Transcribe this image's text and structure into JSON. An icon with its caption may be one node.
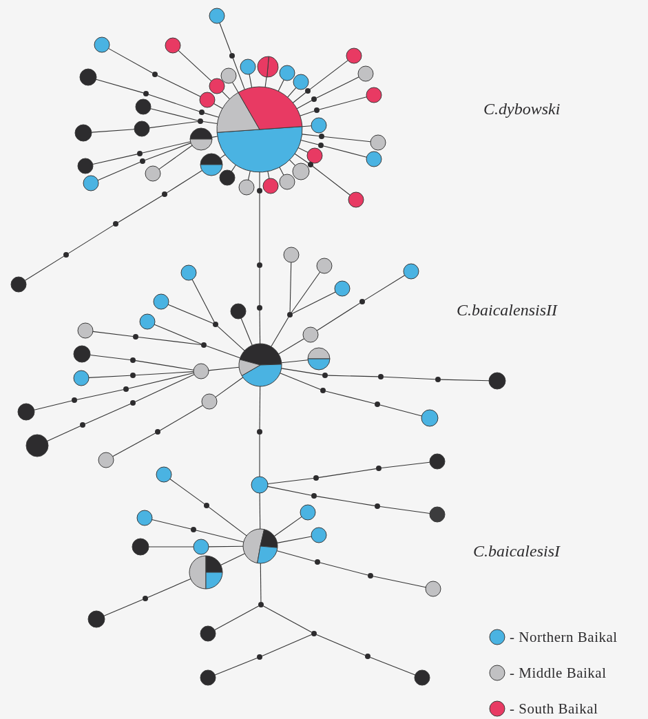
{
  "diagram": {
    "nodes": [
      {
        "text": [],
        "shape": "pie"
      },
      {
        "text": [],
        "shape": "circle"
      },
      {
        "text": [],
        "shape": "dot"
      },
      {
        "text": [],
        "shape": "circle"
      },
      {
        "text": [],
        "shape": "dot"
      },
      {
        "text": [],
        "shape": "circle"
      },
      {
        "text": [],
        "shape": "circle"
      },
      {
        "text": [],
        "shape": "circle"
      },
      {
        "text": [],
        "shape": "circle"
      },
      {
        "text": [],
        "shape": "dot"
      },
      {
        "text": [],
        "shape": "dot"
      },
      {
        "text": [],
        "shape": "circle"
      },
      {
        "text": [],
        "shape": "dot"
      },
      {
        "text": [],
        "shape": "circle"
      },
      {
        "text": [],
        "shape": "circle"
      },
      {
        "text": [],
        "shape": "pie"
      },
      {
        "text": [],
        "shape": "circle"
      },
      {
        "text": [],
        "shape": "dot"
      },
      {
        "text": [],
        "shape": "circle"
      },
      {
        "text": [],
        "shape": "dot"
      },
      {
        "text": [],
        "shape": "circle"
      },
      {
        "text": [],
        "shape": "pie"
      },
      {
        "text": [],
        "shape": "dot"
      },
      {
        "text": [],
        "shape": "dot"
      },
      {
        "text": [],
        "shape": "dot"
      },
      {
        "text": [],
        "shape": "circle"
      },
      {
        "text": [],
        "shape": "circle"
      },
      {
        "text": [],
        "shape": "circle"
      },
      {
        "text": [],
        "shape": "circle"
      },
      {
        "text": [],
        "shape": "circle"
      },
      {
        "text": [],
        "shape": "circle"
      },
      {
        "text": [],
        "shape": "circle"
      },
      {
        "text": [],
        "shape": "circle"
      },
      {
        "text": [],
        "shape": "dot"
      },
      {
        "text": [],
        "shape": "circle"
      },
      {
        "text": [],
        "shape": "dot"
      },
      {
        "text": [],
        "shape": "circle"
      },
      {
        "text": [],
        "shape": "dot"
      },
      {
        "text": [],
        "shape": "circle"
      },
      {
        "text": [],
        "shape": "circle"
      },
      {
        "text": [],
        "shape": "dot"
      },
      {
        "text": [],
        "shape": "circle"
      },
      {
        "text": [],
        "shape": "dot"
      },
      {
        "text": [],
        "shape": "circle"
      },
      {
        "text": [],
        "shape": "dot"
      },
      {
        "text": [],
        "shape": "circle"
      },
      {
        "text": [],
        "shape": "circle"
      },
      {
        "text": [],
        "shape": "pie"
      },
      {
        "text": [],
        "shape": "circle"
      },
      {
        "text": [],
        "shape": "circle"
      },
      {
        "text": [],
        "shape": "dot"
      },
      {
        "text": [],
        "shape": "dot"
      },
      {
        "text": [],
        "shape": "dot"
      },
      {
        "text": [],
        "shape": "pie"
      },
      {
        "text": [],
        "shape": "circle"
      },
      {
        "text": [],
        "shape": "circle"
      },
      {
        "text": [],
        "shape": "dot"
      },
      {
        "text": [],
        "shape": "circle"
      },
      {
        "text": [],
        "shape": "circle"
      },
      {
        "text": [],
        "shape": "dot"
      },
      {
        "text": [],
        "shape": "circle"
      },
      {
        "text": [],
        "shape": "dot"
      },
      {
        "text": [],
        "shape": "circle"
      },
      {
        "text": [],
        "shape": "circle"
      },
      {
        "text": [],
        "shape": "dot"
      },
      {
        "text": [],
        "shape": "circle"
      },
      {
        "text": [],
        "shape": "dot"
      },
      {
        "text": [],
        "shape": "circle"
      },
      {
        "text": [],
        "shape": "dot"
      },
      {
        "text": [],
        "shape": "dot"
      },
      {
        "text": [],
        "shape": "circle"
      },
      {
        "text": [],
        "shape": "dot"
      },
      {
        "text": [],
        "shape": "dot"
      },
      {
        "text": [],
        "shape": "circle"
      },
      {
        "text": [],
        "shape": "dot"
      },
      {
        "text": [],
        "shape": "circle"
      },
      {
        "text": [],
        "shape": "dot"
      },
      {
        "text": [],
        "shape": "circle"
      },
      {
        "text": [],
        "shape": "circle"
      },
      {
        "text": [],
        "shape": "circle"
      },
      {
        "text": [],
        "shape": "circle"
      },
      {
        "text": [],
        "shape": "dot"
      },
      {
        "text": [],
        "shape": "circle"
      },
      {
        "text": [],
        "shape": "pie"
      },
      {
        "text": [],
        "shape": "dot"
      },
      {
        "text": [],
        "shape": "dot"
      },
      {
        "text": [],
        "shape": "dot"
      },
      {
        "text": [],
        "shape": "circle"
      },
      {
        "text": [],
        "shape": "dot"
      },
      {
        "text": [],
        "shape": "dot"
      },
      {
        "text": [],
        "shape": "circle"
      },
      {
        "text": [],
        "shape": "dot"
      },
      {
        "text": [],
        "shape": "circle"
      },
      {
        "text": [],
        "shape": "dot"
      },
      {
        "text": [],
        "shape": "dot"
      },
      {
        "text": [],
        "shape": "circle"
      },
      {
        "text": [],
        "shape": "dot"
      },
      {
        "text": [],
        "shape": "dot"
      },
      {
        "text": [],
        "shape": "circle"
      },
      {
        "text": [],
        "shape": "pie"
      },
      {
        "text": [],
        "shape": "circle"
      },
      {
        "text": [],
        "shape": "dot"
      },
      {
        "text": [],
        "shape": "circle"
      },
      {
        "text": [],
        "shape": "dot"
      },
      {
        "text": [],
        "shape": "circle"
      },
      {
        "text": [],
        "shape": "circle"
      },
      {
        "text": [],
        "shape": "pie"
      },
      {
        "text": [],
        "shape": "dot"
      },
      {
        "text": [],
        "shape": "circle"
      },
      {
        "text": [],
        "shape": "circle"
      },
      {
        "text": [],
        "shape": "circle"
      },
      {
        "text": [],
        "shape": "dot"
      },
      {
        "text": [],
        "shape": "dot"
      },
      {
        "text": [],
        "shape": "circle"
      },
      {
        "text": [],
        "shape": "dot"
      },
      {
        "text": [],
        "shape": "circle"
      },
      {
        "text": [],
        "shape": "dot"
      },
      {
        "text": [],
        "shape": "dot"
      },
      {
        "text": [],
        "shape": "circle"
      },
      {
        "text": [],
        "shape": "dot"
      },
      {
        "text": [],
        "shape": "circle"
      }
    ],
    "edges": [
      {
        "from": 1,
        "to": 2,
        "arrow": "none"
      },
      {
        "from": 2,
        "to": 0,
        "arrow": "none"
      },
      {
        "from": 3,
        "to": 4,
        "arrow": "none"
      },
      {
        "from": 4,
        "to": 5,
        "arrow": "none"
      },
      {
        "from": 5,
        "to": 0,
        "arrow": "none"
      },
      {
        "from": 6,
        "to": 7,
        "arrow": "none"
      },
      {
        "from": 7,
        "to": 0,
        "arrow": "none"
      },
      {
        "from": 8,
        "to": 9,
        "arrow": "none"
      },
      {
        "from": 9,
        "to": 10,
        "arrow": "none"
      },
      {
        "from": 10,
        "to": 0,
        "arrow": "none"
      },
      {
        "from": 11,
        "to": 12,
        "arrow": "none"
      },
      {
        "from": 13,
        "to": 14,
        "arrow": "none"
      },
      {
        "from": 14,
        "to": 12,
        "arrow": "none"
      },
      {
        "from": 12,
        "to": 0,
        "arrow": "none"
      },
      {
        "from": 15,
        "to": 0,
        "arrow": "none"
      },
      {
        "from": 16,
        "to": 17,
        "arrow": "none"
      },
      {
        "from": 17,
        "to": 15,
        "arrow": "none"
      },
      {
        "from": 18,
        "to": 19,
        "arrow": "none"
      },
      {
        "from": 19,
        "to": 15,
        "arrow": "none"
      },
      {
        "from": 20,
        "to": 15,
        "arrow": "none"
      },
      {
        "from": 21,
        "to": 0,
        "arrow": "none"
      },
      {
        "from": 21,
        "to": 22,
        "arrow": "none"
      },
      {
        "from": 22,
        "to": 23,
        "arrow": "none"
      },
      {
        "from": 23,
        "to": 24,
        "arrow": "none"
      },
      {
        "from": 24,
        "to": 25,
        "arrow": "none"
      },
      {
        "from": 26,
        "to": 0,
        "arrow": "none"
      },
      {
        "from": 27,
        "to": 0,
        "arrow": "none"
      },
      {
        "from": 28,
        "to": 0,
        "arrow": "none"
      },
      {
        "from": 29,
        "to": 0,
        "arrow": "none"
      },
      {
        "from": 30,
        "to": 0,
        "arrow": "none"
      },
      {
        "from": 31,
        "to": 0,
        "arrow": "none"
      },
      {
        "from": 32,
        "to": 33,
        "arrow": "none"
      },
      {
        "from": 33,
        "to": 0,
        "arrow": "none"
      },
      {
        "from": 34,
        "to": 35,
        "arrow": "none"
      },
      {
        "from": 35,
        "to": 0,
        "arrow": "none"
      },
      {
        "from": 36,
        "to": 37,
        "arrow": "none"
      },
      {
        "from": 37,
        "to": 0,
        "arrow": "none"
      },
      {
        "from": 38,
        "to": 0,
        "arrow": "none"
      },
      {
        "from": 39,
        "to": 40,
        "arrow": "none"
      },
      {
        "from": 40,
        "to": 0,
        "arrow": "none"
      },
      {
        "from": 41,
        "to": 42,
        "arrow": "none"
      },
      {
        "from": 42,
        "to": 0,
        "arrow": "none"
      },
      {
        "from": 43,
        "to": 44,
        "arrow": "none"
      },
      {
        "from": 44,
        "to": 0,
        "arrow": "none"
      },
      {
        "from": 45,
        "to": 0,
        "arrow": "none"
      },
      {
        "from": 46,
        "to": 0,
        "arrow": "none"
      },
      {
        "from": 47,
        "to": 0,
        "arrow": "none"
      },
      {
        "from": 48,
        "to": 0,
        "arrow": "none"
      },
      {
        "from": 49,
        "to": 0,
        "arrow": "none"
      },
      {
        "from": 0,
        "to": 50,
        "arrow": "none"
      },
      {
        "from": 50,
        "to": 51,
        "arrow": "none"
      },
      {
        "from": 51,
        "to": 52,
        "arrow": "none"
      },
      {
        "from": 52,
        "to": 53,
        "arrow": "none"
      },
      {
        "from": 54,
        "to": 53,
        "arrow": "none"
      },
      {
        "from": 55,
        "to": 56,
        "arrow": "none"
      },
      {
        "from": 57,
        "to": 56,
        "arrow": "none"
      },
      {
        "from": 56,
        "to": 53,
        "arrow": "none"
      },
      {
        "from": 58,
        "to": 59,
        "arrow": "none"
      },
      {
        "from": 60,
        "to": 61,
        "arrow": "none"
      },
      {
        "from": 61,
        "to": 59,
        "arrow": "none"
      },
      {
        "from": 59,
        "to": 53,
        "arrow": "none"
      },
      {
        "from": 62,
        "to": 53,
        "arrow": "none"
      },
      {
        "from": 63,
        "to": 64,
        "arrow": "none"
      },
      {
        "from": 64,
        "to": 62,
        "arrow": "none"
      },
      {
        "from": 65,
        "to": 66,
        "arrow": "none"
      },
      {
        "from": 66,
        "to": 62,
        "arrow": "none"
      },
      {
        "from": 67,
        "to": 68,
        "arrow": "none"
      },
      {
        "from": 68,
        "to": 69,
        "arrow": "none"
      },
      {
        "from": 69,
        "to": 62,
        "arrow": "none"
      },
      {
        "from": 70,
        "to": 71,
        "arrow": "none"
      },
      {
        "from": 71,
        "to": 72,
        "arrow": "none"
      },
      {
        "from": 72,
        "to": 62,
        "arrow": "none"
      },
      {
        "from": 73,
        "to": 53,
        "arrow": "none"
      },
      {
        "from": 73,
        "to": 74,
        "arrow": "none"
      },
      {
        "from": 74,
        "to": 75,
        "arrow": "none"
      },
      {
        "from": 76,
        "to": 53,
        "arrow": "none"
      },
      {
        "from": 77,
        "to": 76,
        "arrow": "none"
      },
      {
        "from": 78,
        "to": 76,
        "arrow": "none"
      },
      {
        "from": 79,
        "to": 76,
        "arrow": "none"
      },
      {
        "from": 80,
        "to": 53,
        "arrow": "none"
      },
      {
        "from": 80,
        "to": 81,
        "arrow": "none"
      },
      {
        "from": 81,
        "to": 82,
        "arrow": "none"
      },
      {
        "from": 83,
        "to": 53,
        "arrow": "none"
      },
      {
        "from": 53,
        "to": 84,
        "arrow": "none"
      },
      {
        "from": 84,
        "to": 85,
        "arrow": "none"
      },
      {
        "from": 85,
        "to": 86,
        "arrow": "none"
      },
      {
        "from": 86,
        "to": 87,
        "arrow": "none"
      },
      {
        "from": 53,
        "to": 88,
        "arrow": "none"
      },
      {
        "from": 88,
        "to": 89,
        "arrow": "none"
      },
      {
        "from": 89,
        "to": 90,
        "arrow": "none"
      },
      {
        "from": 53,
        "to": 91,
        "arrow": "none"
      },
      {
        "from": 91,
        "to": 92,
        "arrow": "none"
      },
      {
        "from": 92,
        "to": 93,
        "arrow": "none"
      },
      {
        "from": 93,
        "to": 94,
        "arrow": "none"
      },
      {
        "from": 94,
        "to": 95,
        "arrow": "none"
      },
      {
        "from": 92,
        "to": 96,
        "arrow": "none"
      },
      {
        "from": 96,
        "to": 97,
        "arrow": "none"
      },
      {
        "from": 97,
        "to": 98,
        "arrow": "none"
      },
      {
        "from": 92,
        "to": 99,
        "arrow": "none"
      },
      {
        "from": 100,
        "to": 101,
        "arrow": "none"
      },
      {
        "from": 101,
        "to": 99,
        "arrow": "none"
      },
      {
        "from": 102,
        "to": 103,
        "arrow": "none"
      },
      {
        "from": 103,
        "to": 99,
        "arrow": "none"
      },
      {
        "from": 104,
        "to": 105,
        "arrow": "none"
      },
      {
        "from": 105,
        "to": 99,
        "arrow": "none"
      },
      {
        "from": 106,
        "to": 99,
        "arrow": "none"
      },
      {
        "from": 106,
        "to": 107,
        "arrow": "none"
      },
      {
        "from": 107,
        "to": 108,
        "arrow": "none"
      },
      {
        "from": 109,
        "to": 99,
        "arrow": "none"
      },
      {
        "from": 110,
        "to": 99,
        "arrow": "none"
      },
      {
        "from": 99,
        "to": 111,
        "arrow": "none"
      },
      {
        "from": 111,
        "to": 112,
        "arrow": "none"
      },
      {
        "from": 112,
        "to": 113,
        "arrow": "none"
      },
      {
        "from": 99,
        "to": 114,
        "arrow": "none"
      },
      {
        "from": 114,
        "to": 115,
        "arrow": "none"
      },
      {
        "from": 114,
        "to": 116,
        "arrow": "none"
      },
      {
        "from": 116,
        "to": 117,
        "arrow": "none"
      },
      {
        "from": 117,
        "to": 118,
        "arrow": "none"
      },
      {
        "from": 116,
        "to": 119,
        "arrow": "none"
      },
      {
        "from": 119,
        "to": 120,
        "arrow": "none"
      }
    ],
    "labels": [
      "C.dybowski",
      "C.baicalensisII",
      "C.baicalesisI"
    ],
    "legend": [
      {
        "text": "- Northern Baikal",
        "color": "#4ab3e2"
      },
      {
        "text": "- Middle Baikal",
        "color": "#c1c1c3"
      },
      {
        "text": "- South Baikal",
        "color": "#e83a63"
      }
    ]
  }
}
